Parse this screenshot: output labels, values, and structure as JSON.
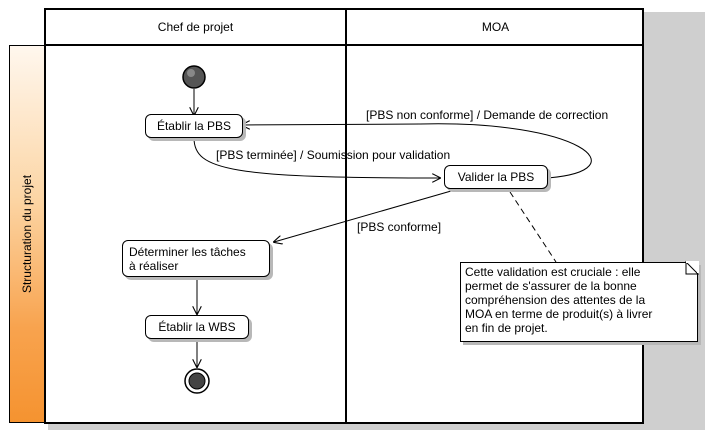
{
  "lanes": {
    "left_header": "Chef de projet",
    "right_header": "MOA"
  },
  "partition": {
    "label": "Structuration du projet"
  },
  "actions": {
    "establish_pbs": "Établir la PBS",
    "validate_pbs": "Valider la PBS",
    "determine_tasks_line1": "Déterminer les tâches",
    "determine_tasks_line2": "à réaliser",
    "establish_wbs": "Établir la WBS"
  },
  "edges": {
    "non_conforme": "[PBS non conforme] / Demande de correction",
    "terminee": "[PBS terminée] / Soumission pour validation",
    "conforme": "[PBS conforme]"
  },
  "note": {
    "lines": [
      "Cette validation est cruciale : elle",
      "permet de s'assurer de la bonne",
      "compréhension des attentes de la",
      "MOA en terme de produit(s) à livrer",
      "en fin de projet."
    ]
  }
}
